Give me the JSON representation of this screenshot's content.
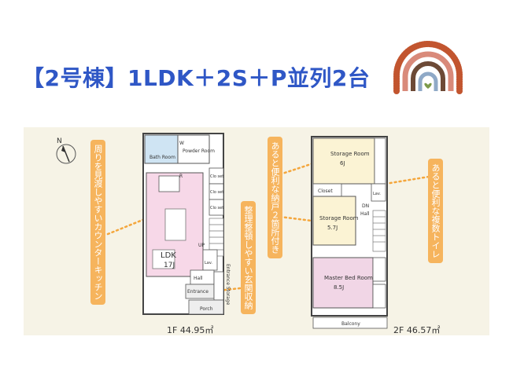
{
  "title": "【2号棟】1LDK＋2S＋P並列2台",
  "callouts": {
    "kitchen": "周りを見渡しやすいカウンターキッチン",
    "storage": "整理整頓しやすい玄関収納",
    "closet": "あると便利な納戸２箇所付き",
    "toilet": "あると便利な複数トイレ"
  },
  "floor1": {
    "area": "1F 44.95㎡",
    "bath": "Bath Room",
    "powder": "Powder Room",
    "w": "W",
    "r": "R",
    "closet": "Clo set",
    "ldk": "LDK",
    "ldk_size": "17J",
    "up": "UP",
    "lav": "Lav.",
    "hall": "Hall",
    "entrance": "Entrance",
    "entrance_storage": "Entrance Storage",
    "porch": "Porch"
  },
  "floor2": {
    "area": "2F 46.57㎡",
    "storage1": "Storage Room",
    "storage1_size": "6J",
    "storage2": "Storage Room",
    "storage2_size": "5.7J",
    "closet": "Closet",
    "dn": "DN",
    "hall": "Hall",
    "lav": "Lav.",
    "master": "Master Bed Room",
    "master_size": "8.5J",
    "balcony": "Balcony"
  },
  "compass": "N",
  "colors": {
    "title": "#2f57c6",
    "callout": "#f6b45d",
    "dotted": "#f4a63c",
    "ldk_fill": "#f7d8e8",
    "bath_fill": "#cfe4f3",
    "storage_fill": "#fbf3d4",
    "bed_fill": "#f1d6e6"
  }
}
